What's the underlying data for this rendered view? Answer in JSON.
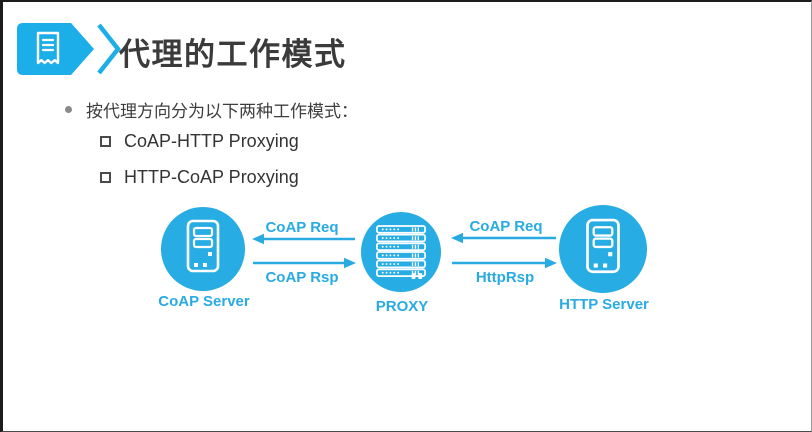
{
  "slide": {
    "title": "代理的工作模式",
    "bullets": {
      "main": "按代理方向分为以下两种工作模式：",
      "items": [
        "CoAP-HTTP Proxying",
        "HTTP-CoAP Proxying"
      ]
    }
  },
  "diagram": {
    "nodes": [
      {
        "label": "CoAP Server",
        "icon": "server-tower-icon"
      },
      {
        "label": "PROXY",
        "icon": "server-rack-icon"
      },
      {
        "label": "HTTP Server",
        "icon": "server-tower-icon"
      }
    ],
    "arrows": [
      {
        "label": "CoAP Req",
        "direction": "left",
        "from": "PROXY",
        "to": "CoAP Server"
      },
      {
        "label": "CoAP Rsp",
        "direction": "right",
        "from": "CoAP Server",
        "to": "PROXY"
      },
      {
        "label": "CoAP Req",
        "direction": "left",
        "from": "HTTP Server",
        "to": "PROXY"
      },
      {
        "label": "HttpRsp",
        "direction": "right",
        "from": "PROXY",
        "to": "HTTP Server"
      }
    ]
  },
  "colors": {
    "accent_blue": "#1caee8",
    "diagram_blue": "#29abe2",
    "title_text": "#3b3b3b",
    "body_text": "#3e3e3e"
  },
  "icons": {
    "header_icon": "receipt-document-icon",
    "header_shape": "banner-chevron"
  }
}
